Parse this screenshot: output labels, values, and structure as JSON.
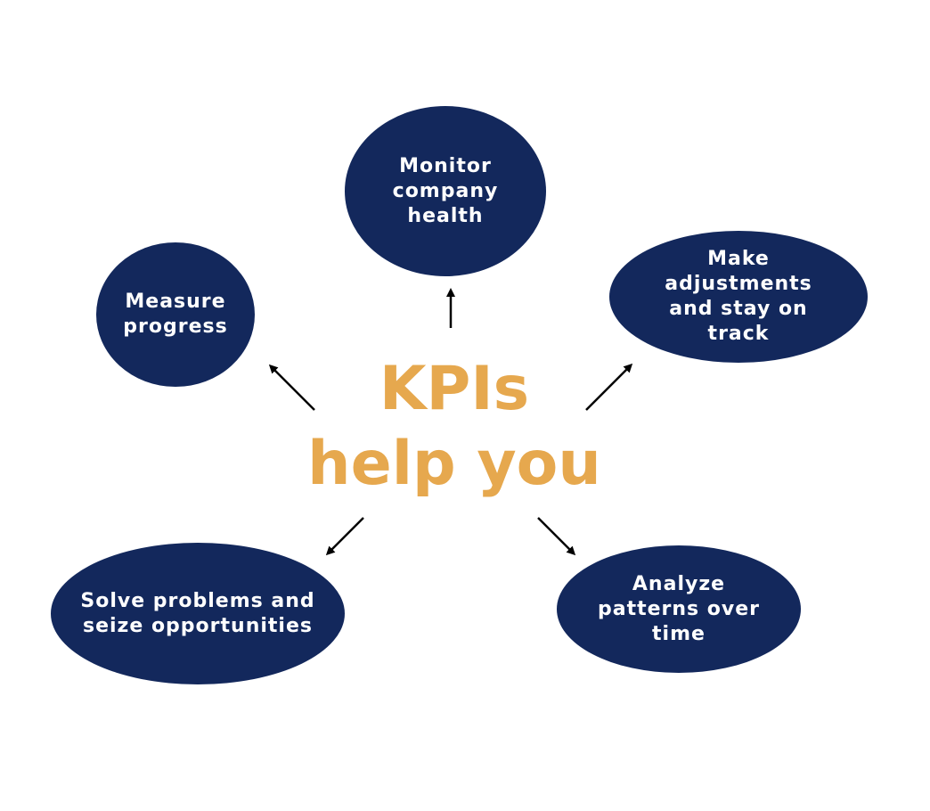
{
  "title": {
    "line1": "KPIs",
    "line2": "help you"
  },
  "nodes": {
    "monitor": "Monitor\ncompany\nhealth",
    "measure": "Measure\nprogress",
    "adjust": "Make\nadjustments\nand stay on\ntrack",
    "solve": "Solve problems and\nseize opportunities",
    "analyze": "Analyze\npatterns over\ntime"
  },
  "colors": {
    "node_fill": "#13285c",
    "title": "#e6a84e",
    "arrow": "#000000"
  }
}
